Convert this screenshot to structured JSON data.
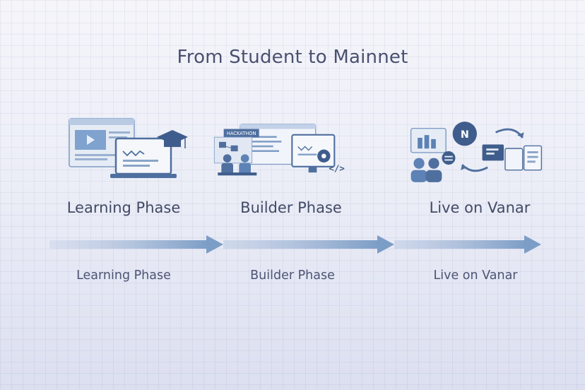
{
  "title": "From Student to Mainnet",
  "phases": [
    {
      "label": "Learning Phase",
      "sublabel": "Learning Phase",
      "illustration_icons": [
        "browser-video-icon",
        "laptop-icon",
        "graduation-cap-icon"
      ]
    },
    {
      "label": "Builder Phase",
      "sublabel": "Builder Phase",
      "badge": "HACKATHON",
      "illustration_icons": [
        "hackathon-board-icon",
        "team-icon",
        "monitor-icon",
        "gear-icon",
        "code-icon"
      ]
    },
    {
      "label": "Live on Vanar",
      "sublabel": "Live on Vanar",
      "badge_logo": "N",
      "illustration_icons": [
        "dashboard-icon",
        "vanar-logo-icon",
        "users-icon",
        "sync-arrows-icon",
        "documents-icon"
      ]
    }
  ],
  "colors": {
    "background": "#e9eaf4",
    "title": "#4a5170",
    "icon_primary": "#5d82b5",
    "icon_light": "#dfe7f3",
    "arrow": "#7c9dc6"
  }
}
